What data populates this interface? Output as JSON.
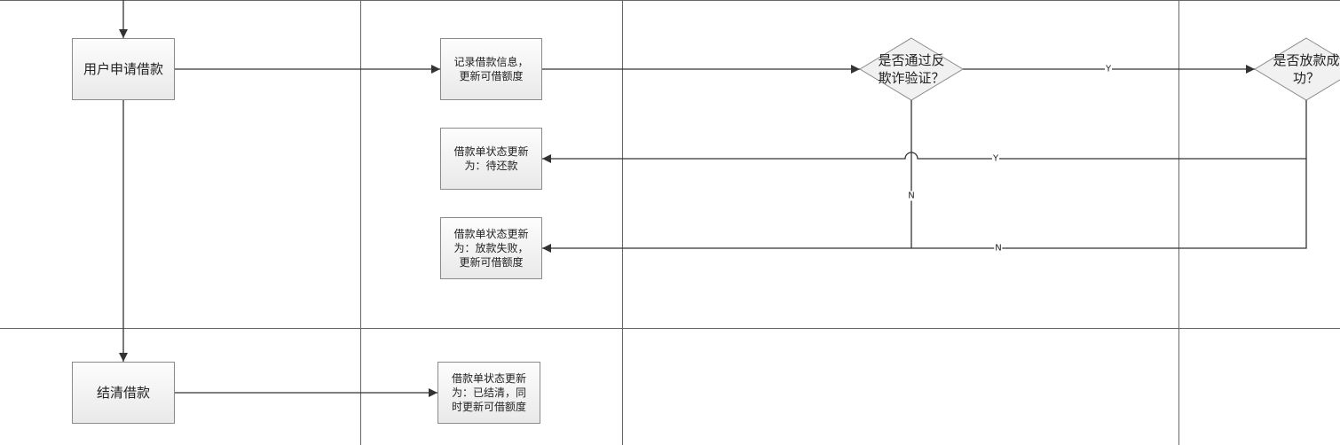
{
  "nodes": {
    "apply_loan": "用户申请借款",
    "settle_loan": "结清借款",
    "record_info": "记录借款信息，\n更新可借额度",
    "status_pending": "借款单状态更新\n为：待还款",
    "status_failed": "借款单状态更新\n为：放款失败，\n更新可借额度",
    "status_settled": "借款单状态更新\n为：已结清，同\n时更新可借额度",
    "anti_fraud_decision": "是否通过反\n欺诈验证？",
    "disburse_decision": "是否放款成\n功？"
  },
  "edge_labels": {
    "anti_fraud_yes": "Y",
    "disburse_yes": "Y",
    "anti_fraud_no": "N",
    "disburse_no": "N"
  }
}
